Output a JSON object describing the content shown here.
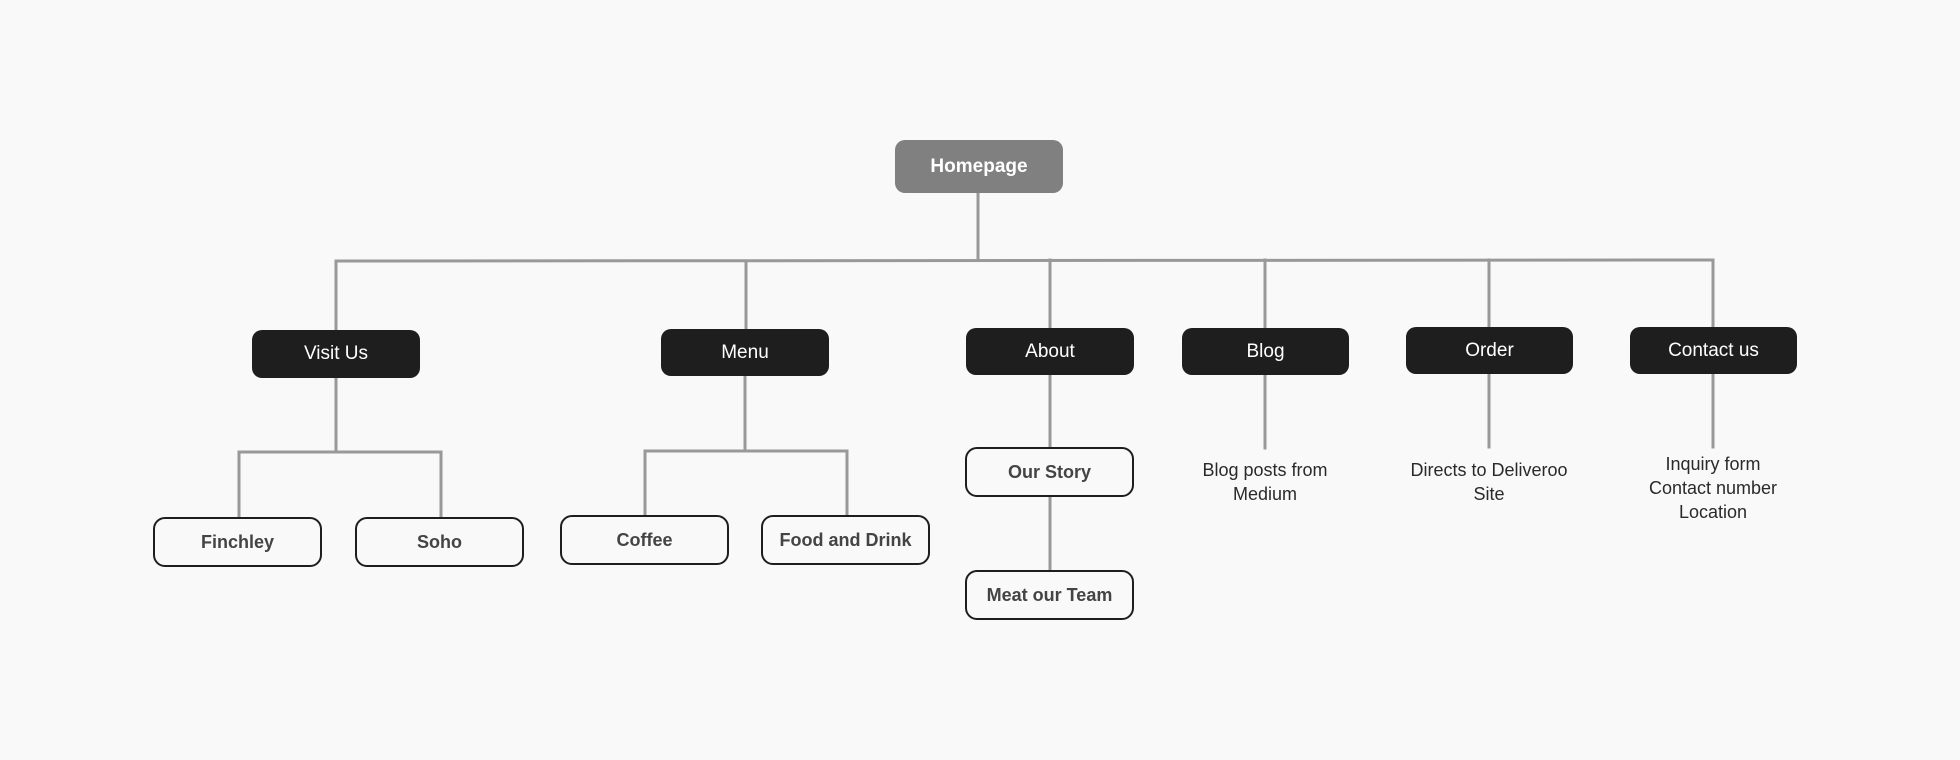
{
  "diagram": {
    "root": {
      "label": "Homepage"
    },
    "sections": [
      {
        "key": "visit",
        "label": "Visit Us",
        "children": [
          "Finchley",
          "Soho"
        ]
      },
      {
        "key": "menu",
        "label": "Menu",
        "children": [
          "Coffee",
          "Food and Drink"
        ]
      },
      {
        "key": "about",
        "label": "About",
        "children": [
          "Our Story",
          "Meat our Team"
        ]
      },
      {
        "key": "blog",
        "label": "Blog",
        "notes": [
          "Blog posts from",
          "Medium"
        ]
      },
      {
        "key": "order",
        "label": "Order",
        "notes": [
          "Directs to Deliveroo",
          "Site"
        ]
      },
      {
        "key": "contact",
        "label": "Contact us",
        "notes": [
          "Inquiry form",
          "Contact number",
          "Location"
        ]
      }
    ]
  },
  "colors": {
    "root_fill": "#808080",
    "section_fill": "#1e1e1e",
    "page_border": "#1e1e1e",
    "connector": "#999999",
    "background": "#f9f9f9"
  }
}
